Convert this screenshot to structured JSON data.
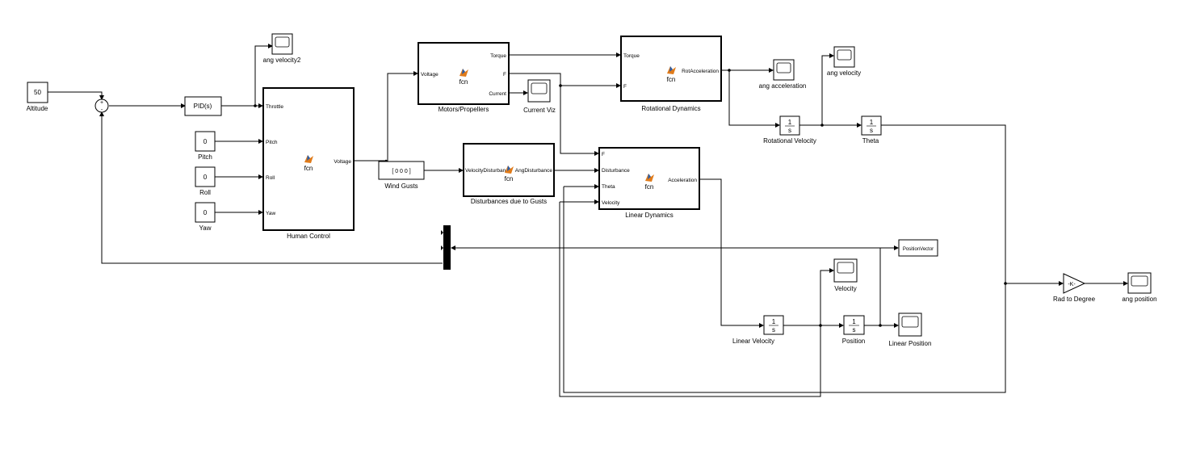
{
  "blocks": {
    "altitude": {
      "value": "50",
      "label": "Altitude"
    },
    "pitch": {
      "value": "0",
      "label": "Pitch"
    },
    "roll": {
      "value": "0",
      "label": "Roll"
    },
    "yaw": {
      "value": "0",
      "label": "Yaw"
    },
    "sum": {
      "plus": "+",
      "minus": "-"
    },
    "pid": {
      "text": "PID(s)"
    },
    "ang_velocity2": {
      "label": "ang velocity2"
    },
    "human_control": {
      "label": "Human Control",
      "fcn": "fcn",
      "inputs": [
        "Throttle",
        "Pitch",
        "Roll",
        "Yaw"
      ],
      "output": "Voltage"
    },
    "motors": {
      "label": "Motors/Propellers",
      "fcn": "fcn",
      "input": "Voltage",
      "outputs": [
        "Torque",
        "F",
        "Current"
      ]
    },
    "current_viz": {
      "label": "Current Viz"
    },
    "rotational_dynamics": {
      "label": "Rotational Dynamics",
      "fcn": "fcn",
      "inputs": [
        "Torque",
        "F"
      ],
      "output": "RotAcceleration"
    },
    "ang_acceleration": {
      "label": "ang acceleration"
    },
    "ang_velocity": {
      "label": "ang velocity"
    },
    "rot_velocity_int": {
      "num": "1",
      "den": "s",
      "label": "Rotational Velocity"
    },
    "theta_int": {
      "num": "1",
      "den": "s",
      "label": "Theta"
    },
    "wind_gusts": {
      "text": "[ 0  0  0 ]",
      "label": "Wind Gusts"
    },
    "disturbances": {
      "label": "Disturbances due to Gusts",
      "fcn": "fcn",
      "input": "VelocityDisturbance",
      "output": "AngDisturbance"
    },
    "linear_dynamics": {
      "label": "Linear Dynamics",
      "fcn": "fcn",
      "inputs": [
        "F",
        "Disturbance",
        "Theta",
        "Velocity"
      ],
      "output": "Acceleration"
    },
    "position_vector": {
      "text": "PositionVector"
    },
    "velocity_scope": {
      "label": "Velocity"
    },
    "linear_velocity_int": {
      "num": "1",
      "den": "s",
      "label": "Linear Velocity"
    },
    "position_int": {
      "num": "1",
      "den": "s",
      "label": "Position"
    },
    "linear_position": {
      "label": "Linear Position"
    },
    "rad_to_degree": {
      "text": "-K-",
      "label": "Rad to Degree"
    },
    "ang_position": {
      "label": "ang position"
    }
  },
  "colors": {
    "fcn_icon_orange": "#e07b1a",
    "fcn_icon_blue": "#2b5ea8"
  }
}
